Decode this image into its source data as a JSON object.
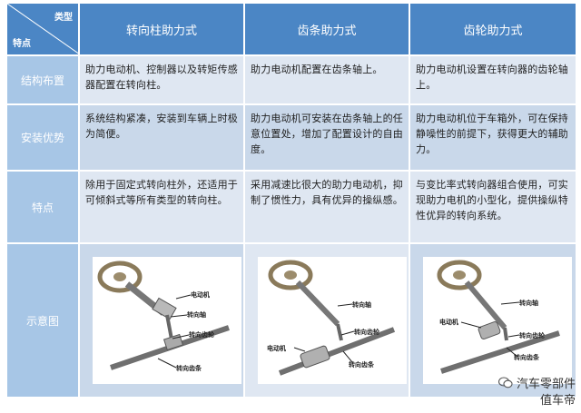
{
  "table": {
    "corner_top": "类型",
    "corner_bottom": "特点",
    "columns": [
      "转向柱助力式",
      "齿条助力式",
      "齿轮助力式"
    ],
    "rows": [
      {
        "label": "结构布置",
        "cells": [
          "助力电动机、控制器以及转矩传感器配置在转向柱。",
          "助力电动机配置在齿条轴上。",
          "助力电动机设置在转向器的齿轮轴上。"
        ]
      },
      {
        "label": "安装优势",
        "cells": [
          "系统结构紧凑，安装到车辆上时极为简便。",
          "助力电动机可安装在齿条轴上的任意位置处，增加了配置设计的自由度。",
          "助力电动机位于车箱外，可在保持静噪性的前提下，获得更大的辅助力。"
        ]
      },
      {
        "label": "特点",
        "cells": [
          "除用于固定式转向柱外，还适用于可倾斜式等所有类型的转向柱。",
          "采用减速比很大的助力电动机，抑制了惯性力，具有优异的操纵感。",
          "与变比率式转向器组合使用，可实现助力电机的小型化，提供操纵特性优异的转向系统。"
        ]
      }
    ],
    "diagram_row_label": "示意图",
    "diagrams": [
      {
        "labels": [
          "电动机",
          "转向轴",
          "转向齿轮",
          "转向齿条"
        ]
      },
      {
        "labels": [
          "转向轴",
          "转向齿轮",
          "电动机",
          "转向齿条"
        ]
      },
      {
        "labels": [
          "转向轴",
          "电动机",
          "转向齿轮",
          "转向齿条"
        ]
      }
    ]
  },
  "watermark": {
    "line1": "汽车零部件",
    "line2": "值车帝"
  }
}
